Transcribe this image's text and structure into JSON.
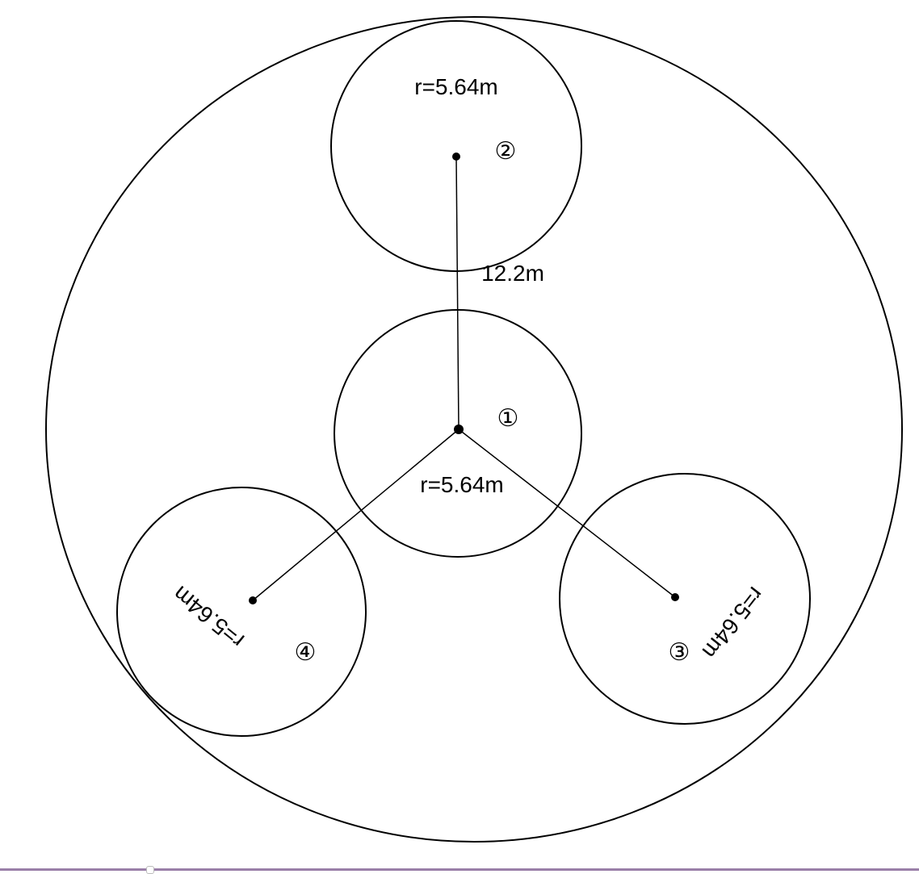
{
  "diagram": {
    "radius_label_2": "r=5.64m",
    "radius_label_1": "r=5.64m",
    "radius_label_3": "r=5.64m",
    "radius_label_4": "r=5.64m",
    "distance_label": "12.2m",
    "marker_1": "①",
    "marker_2": "②",
    "marker_3": "③",
    "marker_4": "④"
  }
}
